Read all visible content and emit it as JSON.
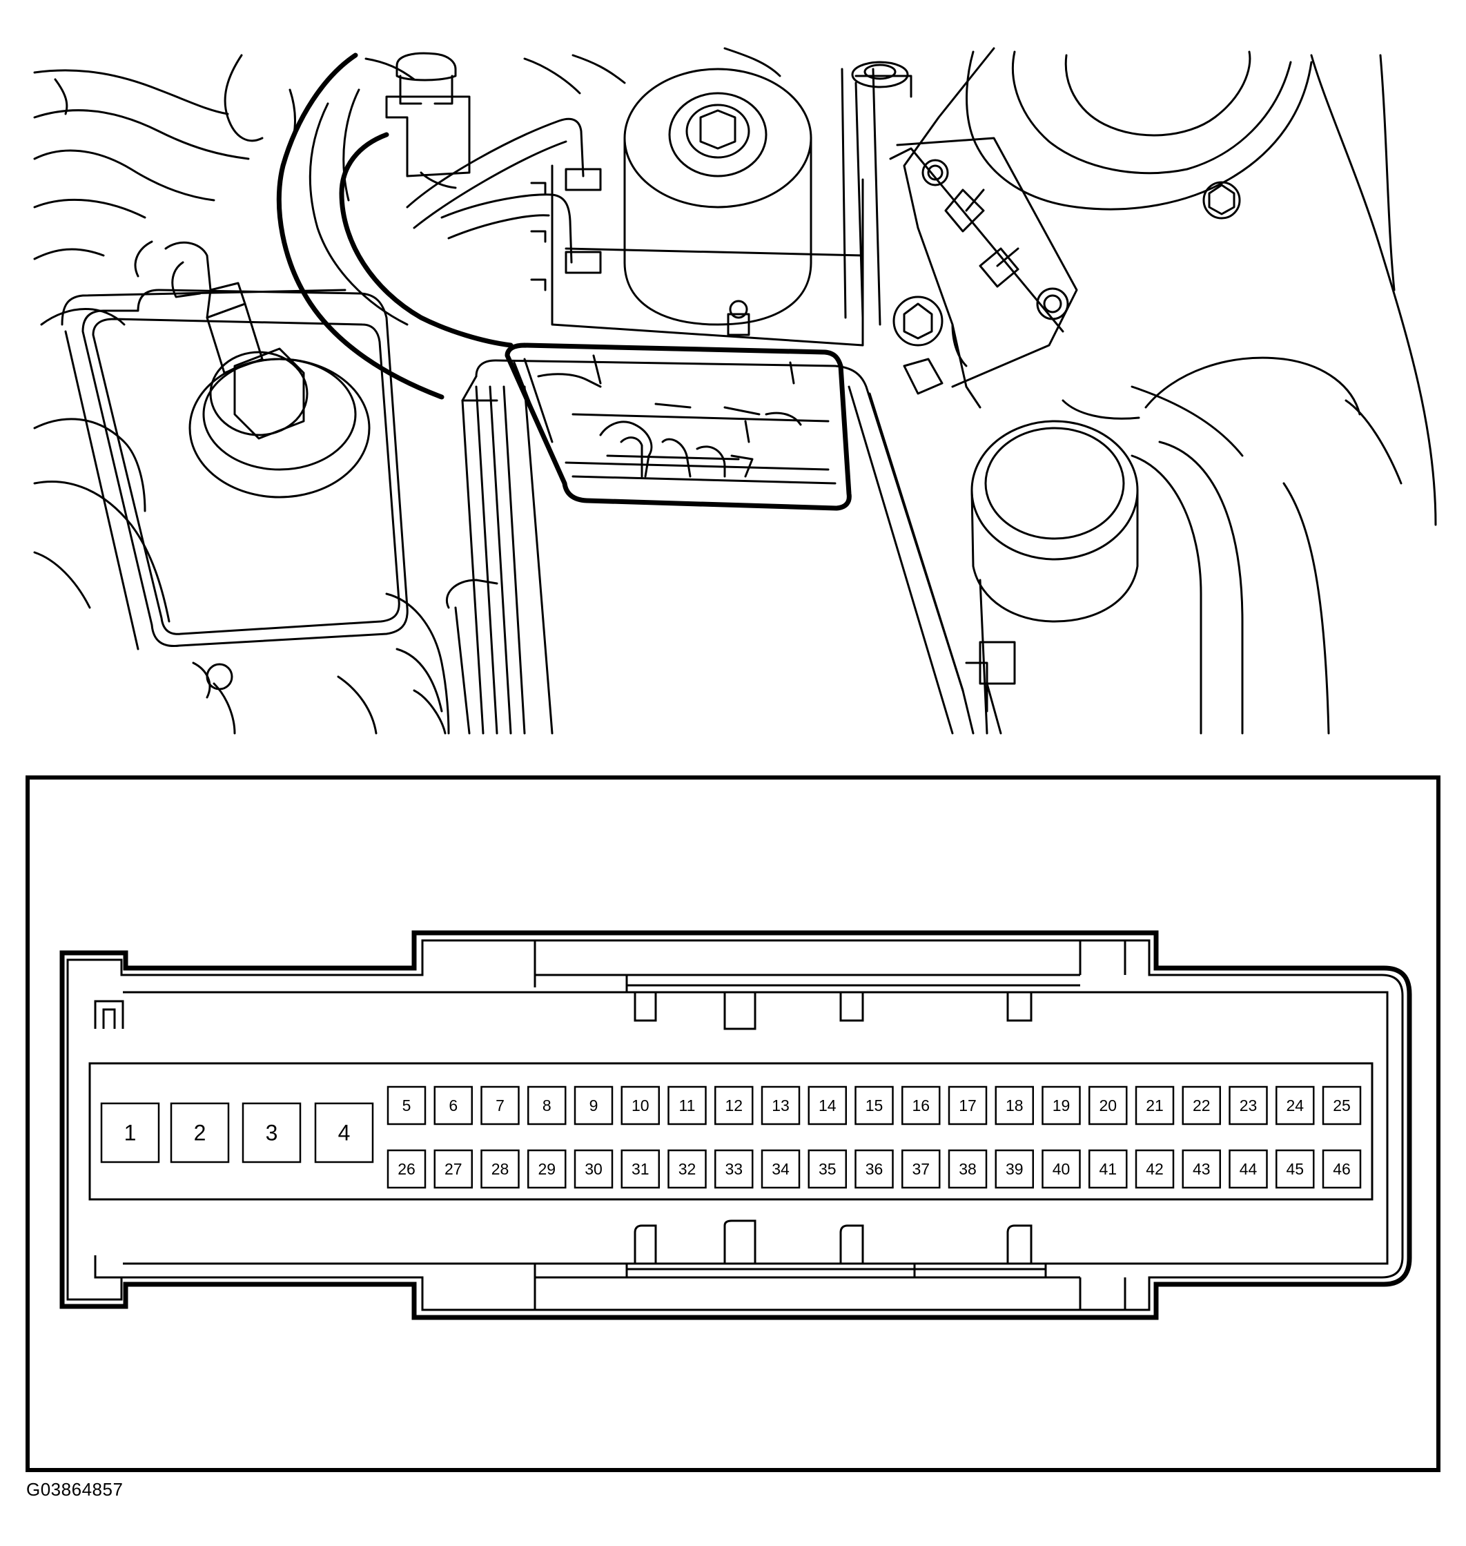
{
  "figure_id": "G03864857",
  "colors": {
    "line": "#000000",
    "background": "#ffffff"
  },
  "connector": {
    "large_pins": [
      "1",
      "2",
      "3",
      "4"
    ],
    "top_row_pins": [
      "5",
      "6",
      "7",
      "8",
      "9",
      "10",
      "11",
      "12",
      "13",
      "14",
      "15",
      "16",
      "17",
      "18",
      "19",
      "20",
      "21",
      "22",
      "23",
      "24",
      "25"
    ],
    "bottom_row_pins": [
      "26",
      "27",
      "28",
      "29",
      "30",
      "31",
      "32",
      "33",
      "34",
      "35",
      "36",
      "37",
      "38",
      "39",
      "40",
      "41",
      "42",
      "43",
      "44",
      "45",
      "46"
    ]
  }
}
